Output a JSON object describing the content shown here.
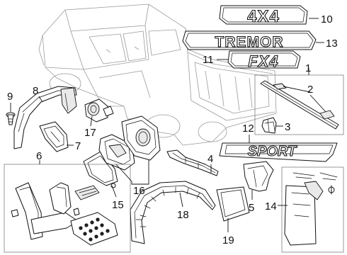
{
  "badges": {
    "four_by_four": "4X4",
    "tremor": "TREMOR",
    "fx4": "FX4",
    "sport": "SPORT"
  },
  "callouts": [
    "1",
    "2",
    "3",
    "4",
    "5",
    "6",
    "7",
    "8",
    "9",
    "10",
    "11",
    "12",
    "13",
    "14",
    "15",
    "16",
    "17",
    "18",
    "19"
  ]
}
